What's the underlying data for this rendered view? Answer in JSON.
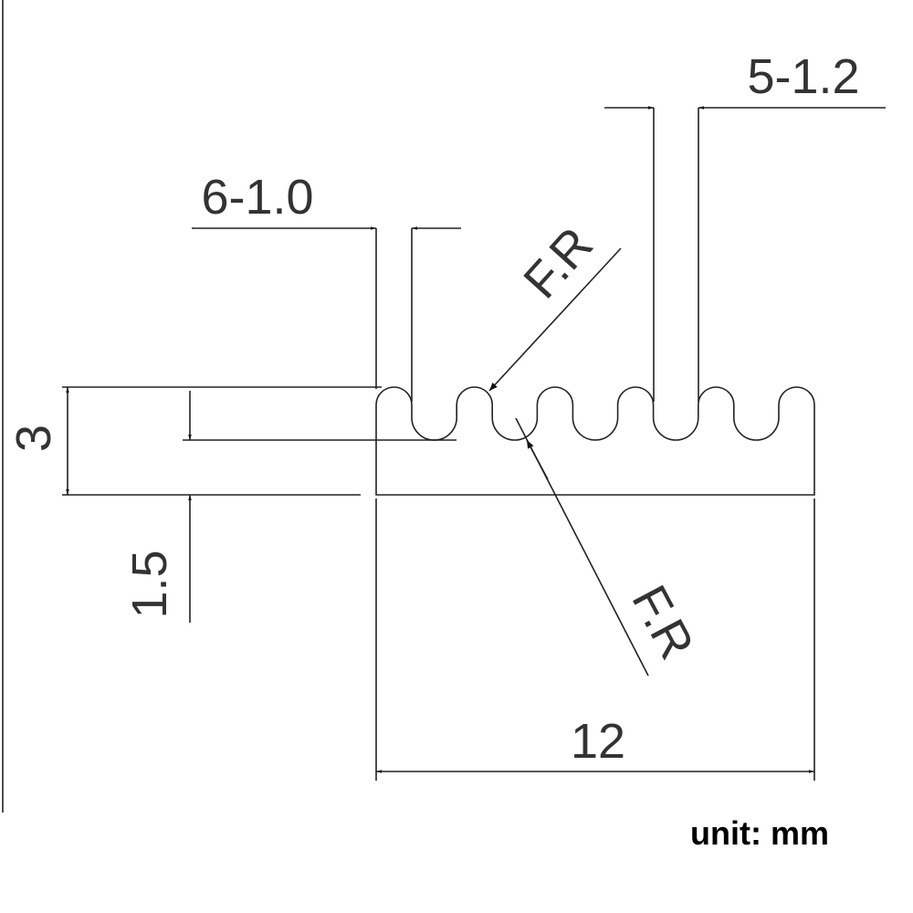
{
  "labels": {
    "groove_width": "6-1.0",
    "tooth_width": "5-1.2",
    "total_height": "3",
    "base_height": "1.5",
    "radius_top": "F.R",
    "radius_bottom": "F.R",
    "total_width": "12",
    "unit": "unit: mm"
  },
  "profile": {
    "teeth": 6
  }
}
